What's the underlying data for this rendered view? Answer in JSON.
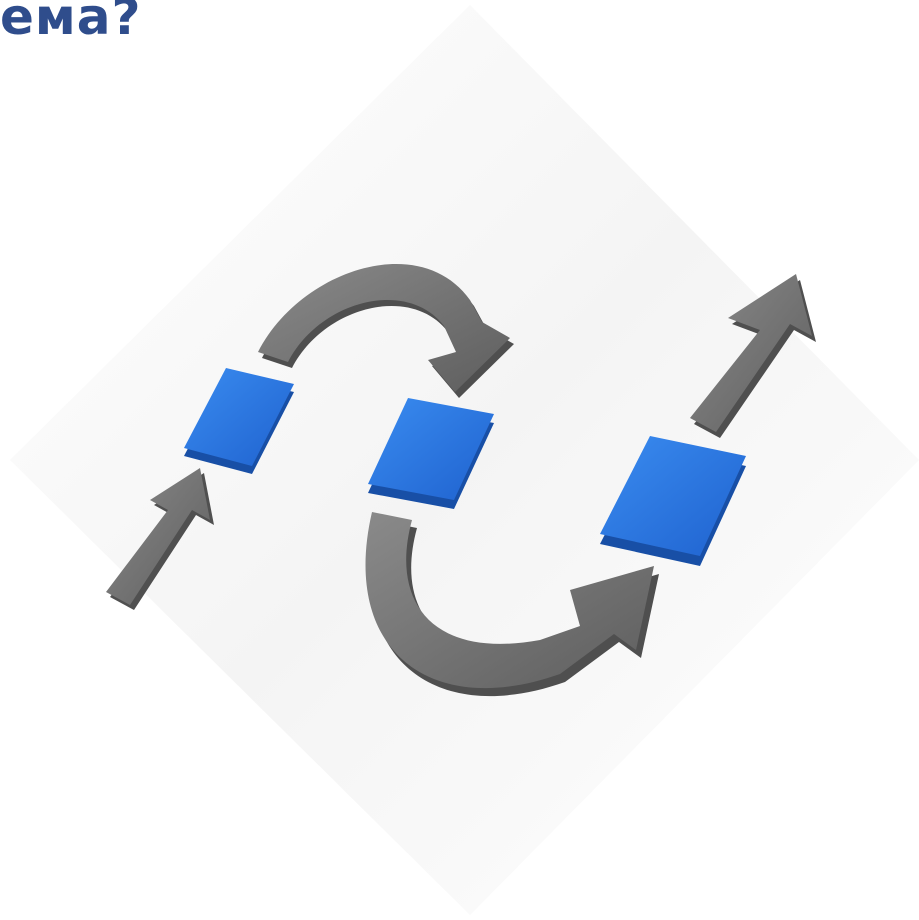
{
  "header": {
    "title": "ема?"
  },
  "colors": {
    "title": "#2f4d8c",
    "arrow": "#7a7a7a",
    "arrow_shadow": "#4f4f4f",
    "block": "#2b78e4",
    "block_side": "#1b55b0",
    "backdrop": "#f4f4f4"
  },
  "diagram": {
    "blocks": [
      {
        "name": "step-block-1"
      },
      {
        "name": "step-block-2"
      },
      {
        "name": "step-block-3"
      }
    ],
    "arrows": [
      {
        "name": "entry-arrow",
        "shape": "straight"
      },
      {
        "name": "loop-arrow-top",
        "shape": "curved"
      },
      {
        "name": "loop-arrow-bottom",
        "shape": "curved"
      },
      {
        "name": "exit-arrow",
        "shape": "straight"
      }
    ]
  }
}
